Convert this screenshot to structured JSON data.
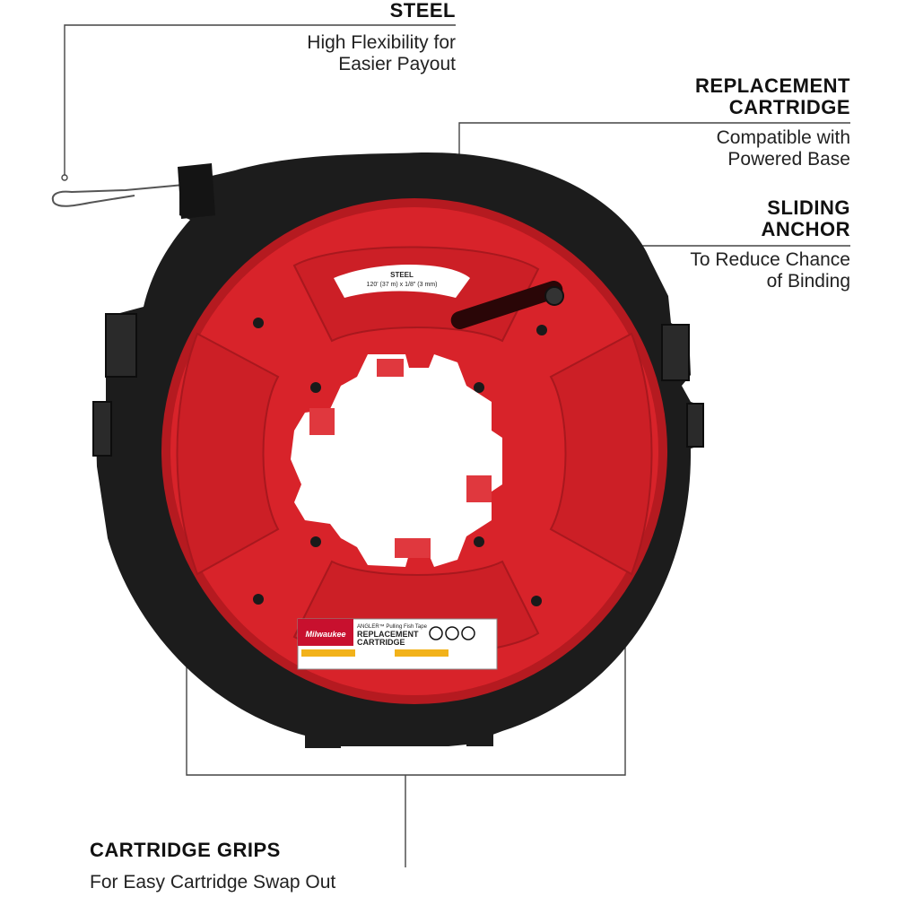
{
  "callouts": {
    "steel": {
      "title": "STEEL",
      "description": "High Flexibility for\nEasier Payout"
    },
    "replacement_cartridge": {
      "title": "REPLACEMENT\nCARTRIDGE",
      "description": "Compatible with\nPowered Base"
    },
    "sliding_anchor": {
      "title": "SLIDING\nANCHOR",
      "description": "To Reduce Chance\nof Binding"
    },
    "cartridge_grips": {
      "title": "CARTRIDGE GRIPS",
      "description": "For Easy Cartridge Swap Out"
    }
  },
  "product": {
    "top_label": {
      "line1": "STEEL",
      "line2": "120' (37 m) x 1/8\" (3 mm)"
    },
    "bottom_label": {
      "brand": "Milwaukee",
      "line1": "ANGLER™ Pulling Fish Tape",
      "line2": "REPLACEMENT",
      "line3": "CARTRIDGE"
    },
    "colors": {
      "housing": "#1c1c1c",
      "cartridge_red": "#d8232a",
      "cartridge_dark_red": "#b51a20",
      "callout_line": "#444444"
    }
  }
}
